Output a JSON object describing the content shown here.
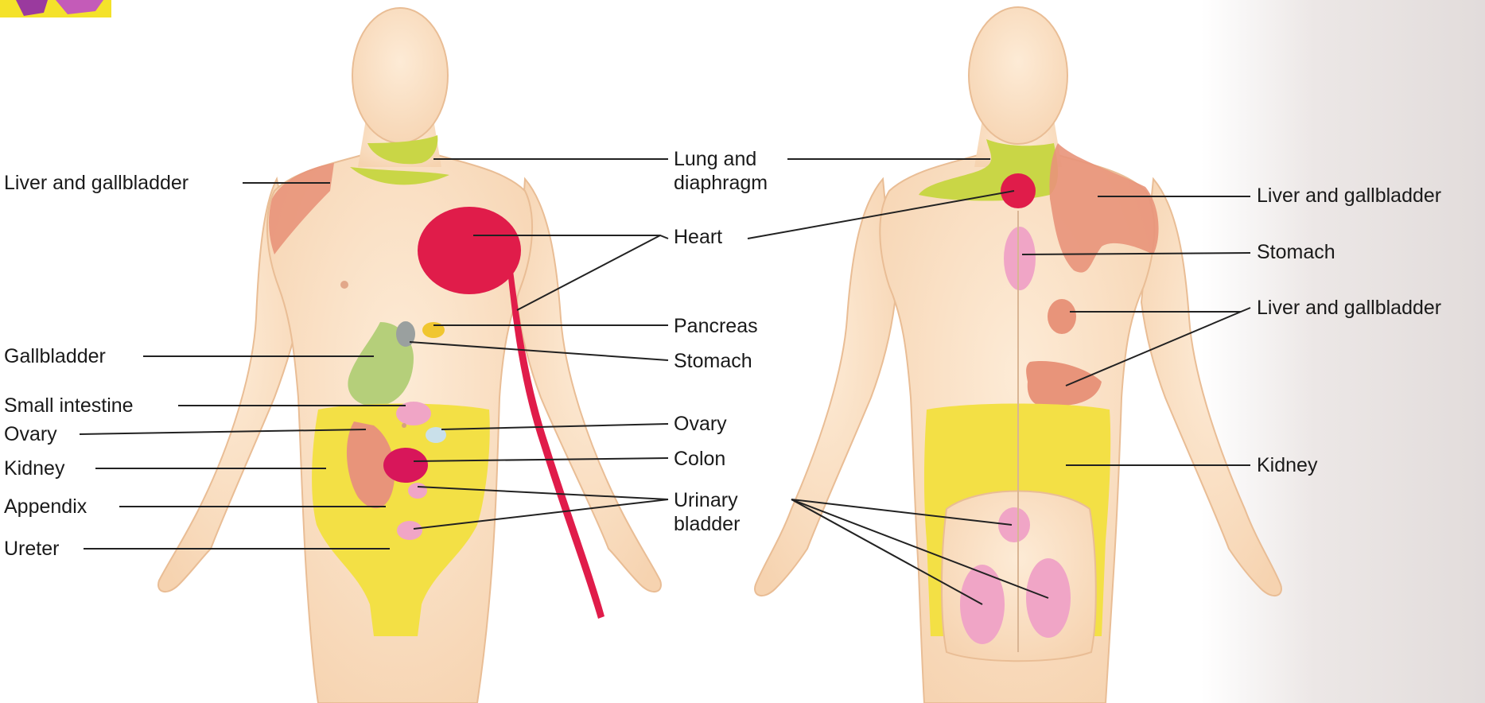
{
  "figure": {
    "labels_front": {
      "liver_gallbladder": "Liver and gallbladder",
      "gallbladder": "Gallbladder",
      "small_intestine": "Small intestine",
      "ovary": "Ovary",
      "kidney": "Kidney",
      "appendix": "Appendix",
      "ureter": "Ureter"
    },
    "labels_center": {
      "lung_line1": "Lung and",
      "lung_line2": "diaphragm",
      "heart": "Heart",
      "pancreas": "Pancreas",
      "stomach": "Stomach",
      "ovary": "Ovary",
      "colon": "Colon",
      "urinary_line1": "Urinary",
      "urinary_line2": "bladder"
    },
    "labels_back": {
      "liver_gallbladder_1": "Liver and gallbladder",
      "stomach": "Stomach",
      "liver_gallbladder_2": "Liver and gallbladder",
      "kidney": "Kidney"
    }
  },
  "colors": {
    "skin": "#fbe3c8",
    "skin_shade": "#f3c9a3",
    "lung_diaphragm": "#c9d646",
    "heart": "#e01c4a",
    "liver_gallbladder": "#e8947a",
    "gallbladder": "#b5cf7a",
    "kidney_region": "#f3e045",
    "stomach": "#f0a5c6",
    "colon": "#d8165a",
    "ovary": "#c9e0ea",
    "pancreas": "#f0c630",
    "leader_line": "#222222"
  }
}
